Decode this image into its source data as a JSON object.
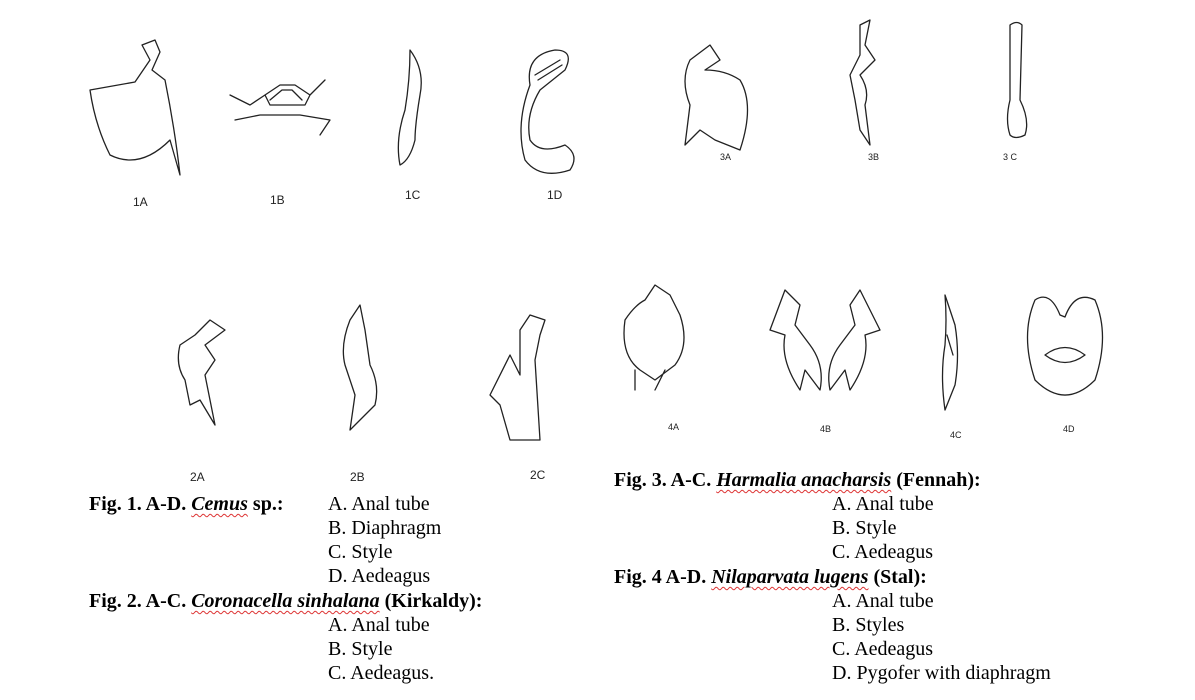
{
  "figure_labels": [
    "1A",
    "1B",
    "1C",
    "1D",
    "3A",
    "3B",
    "3 C",
    "2A",
    "2B",
    "2C",
    "4A",
    "4B",
    "4C",
    "4D"
  ],
  "captions": {
    "fig1": {
      "prefix": "Fig. 1. A-D.",
      "species": "Cemus",
      "suffix": "sp.:",
      "items": [
        "A. Anal tube",
        "B. Diaphragm",
        "C. Style",
        "D. Aedeagus"
      ]
    },
    "fig2": {
      "prefix": "Fig. 2. A-C.",
      "species": "Coronacella sinhalana",
      "suffix": "(Kirkaldy):",
      "items": [
        "A. Anal tube",
        "B. Style",
        "C. Aedeagus."
      ]
    },
    "fig3": {
      "prefix": "Fig. 3. A-C.",
      "species": "Harmalia anacharsis",
      "suffix": "(Fennah):",
      "items": [
        "A. Anal tube",
        "B. Style",
        "C. Aedeagus"
      ]
    },
    "fig4": {
      "prefix": "Fig. 4 A-D.",
      "species": "Nilaparvata lugens",
      "suffix": "(Stal):",
      "items": [
        "A. Anal tube",
        "B. Styles",
        "C. Aedeagus",
        "D. Pygofer with diaphragm"
      ]
    }
  }
}
